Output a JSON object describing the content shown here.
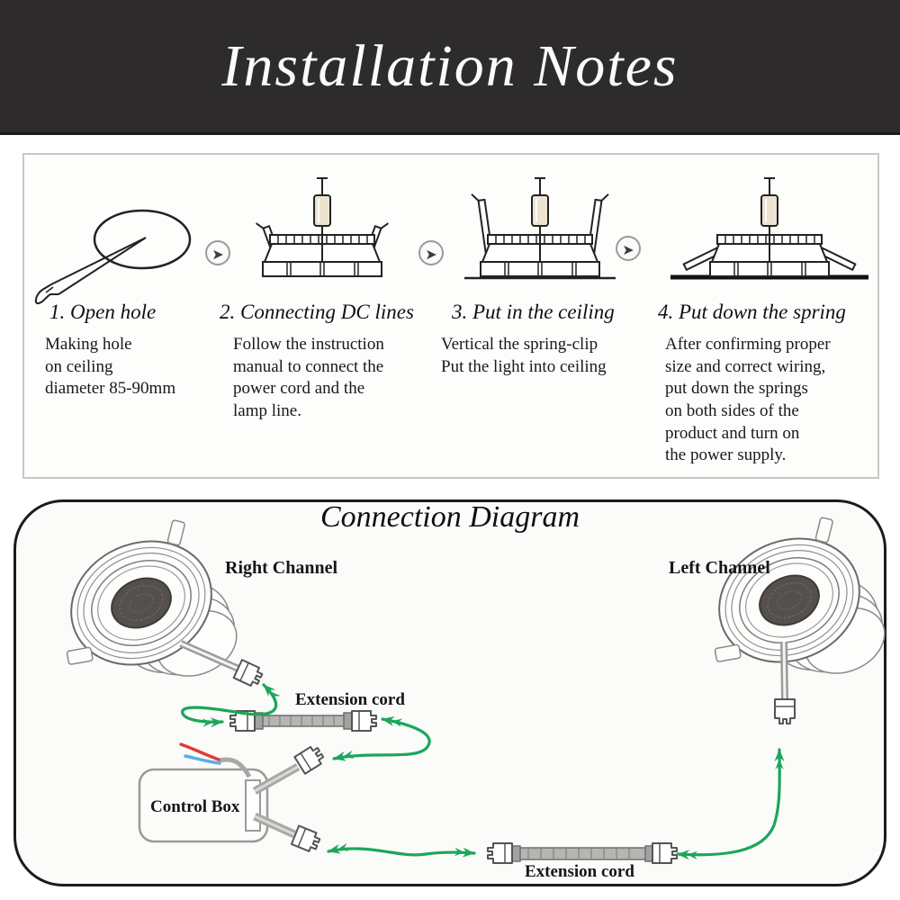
{
  "banner": {
    "title": "Installation Notes"
  },
  "steps": {
    "arrow_icon": "➤",
    "items": [
      {
        "label": "1. Open hole",
        "description": "Making hole\non ceiling\ndiameter 85-90mm",
        "illustration": "knife-cutting-ceiling-hole"
      },
      {
        "label": "2. Connecting DC lines",
        "description": "Follow the instruction\nmanual to connect the\npower cord and the\nlamp line.",
        "illustration": "downlight-springs-folded"
      },
      {
        "label": "3. Put in the ceiling",
        "description": "Vertical the spring-clip\nPut the light into ceiling",
        "illustration": "downlight-springs-vertical"
      },
      {
        "label": "4. Put down the spring",
        "description": "After confirming proper\nsize and correct wiring,\nput down the springs\non both sides of the\nproduct and turn on\nthe power supply.",
        "illustration": "downlight-installed-in-ceiling"
      }
    ]
  },
  "connection": {
    "title": "Connection Diagram",
    "labels": {
      "right_channel": "Right Channel",
      "left_channel": "Left Channel",
      "extension_cord_top": "Extension cord",
      "extension_cord_bottom": "Extension cord",
      "control_box": "Control Box"
    },
    "colors": {
      "arrow_green": "#1ba65b",
      "wire_red": "#e23b3b",
      "wire_blue": "#58aee8"
    }
  }
}
